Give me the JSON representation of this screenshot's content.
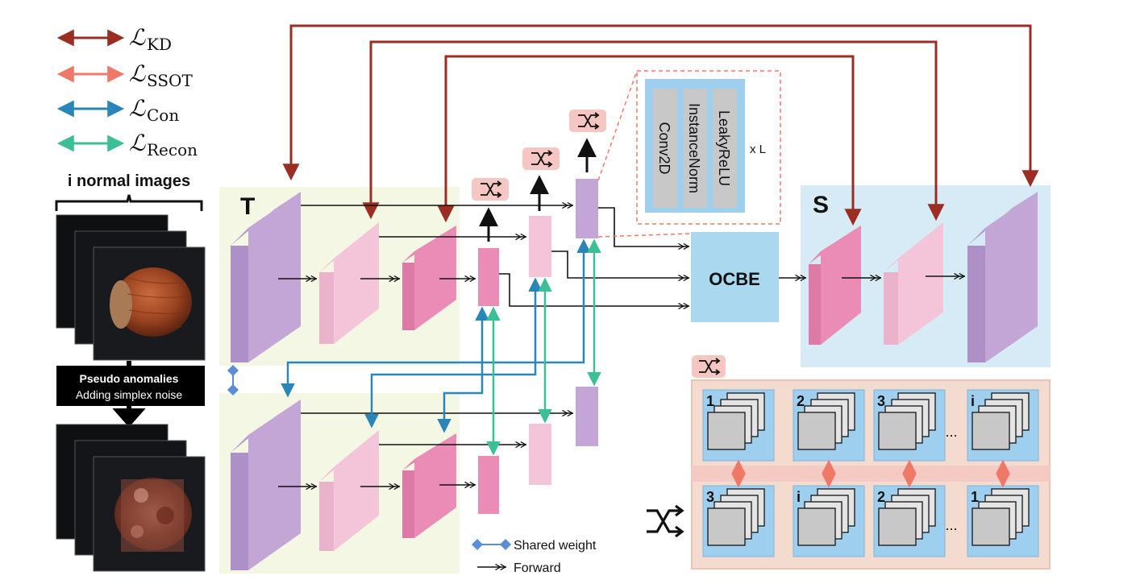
{
  "legend": {
    "kd": {
      "symbol": "ℒ",
      "sub": "KD",
      "color": "#9b2d23"
    },
    "ssot": {
      "symbol": "ℒ",
      "sub": "SSOT",
      "color": "#f07868"
    },
    "con": {
      "symbol": "ℒ",
      "sub": "Con",
      "color": "#2a86b8"
    },
    "recon": {
      "symbol": "ℒ",
      "sub": "Recon",
      "color": "#3cbf95"
    }
  },
  "normal_images_label": "i normal images",
  "pseudo": {
    "title": "Pseudo anomalies",
    "subtitle": "Adding simplex noise"
  },
  "teacher_label": "T",
  "student_label": "S",
  "ocbe_label": "OCBE",
  "ocbe_layers": [
    "Conv2D",
    "InstanceNorm",
    "LeakyReLU"
  ],
  "repeat_label": "x L",
  "bottom_legend": {
    "shared": "Shared weight",
    "forward": "Forward"
  },
  "grid": {
    "top_row": [
      "1",
      "2",
      "3",
      "i"
    ],
    "bottom_row": [
      "3",
      "i",
      "2",
      "1"
    ],
    "ellipsis": "..."
  },
  "colors": {
    "purple": "#c3a6d6",
    "pink_light": "#f4c4d8",
    "pink": "#ea8cb5",
    "ocbe": "#a9d8ef",
    "teacher_bg": "#f4f7e4",
    "student_bg": "#d7ebf7",
    "grid_bg": "#f3dbcf",
    "shuffle_bg": "#f5c6c2"
  }
}
